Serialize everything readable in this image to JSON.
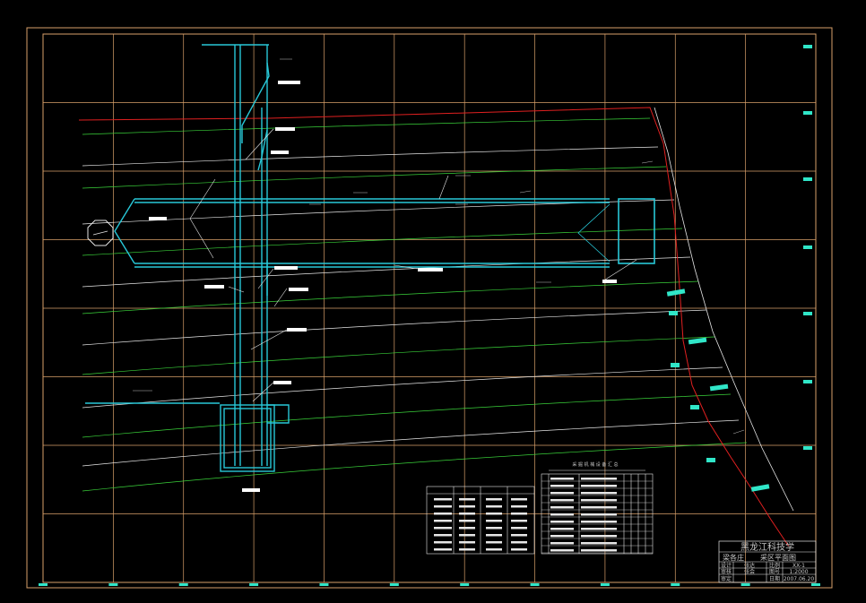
{
  "drawing": {
    "grid_columns": 11,
    "grid_rows": 8,
    "colors": {
      "background": "#000000",
      "frame": "#d8a06a",
      "grid": "#d8a06a",
      "roadway": "#28c8d8",
      "contour": "#3ad23a",
      "contour_white": "#e6e6e6",
      "boundary": "#e02020",
      "labels": "#ffffff",
      "label_cyan": "#30e6c8"
    }
  },
  "title_block": {
    "school": "黑龙江科技学",
    "drawing_name_prefix": "梁各庄",
    "drawing_name": "采区平面图",
    "scale_label": "比例",
    "scale_value": "1:2000",
    "drawing_no_label": "图号",
    "drawing_no_value": "XX-1",
    "date_label": "日期",
    "date_value": "2007.06.20",
    "designer_label": "设计",
    "checker_label": "审核",
    "designer_name": "张达",
    "check_name": "张会",
    "review_label": "审核",
    "approve_label": "审定"
  },
  "tables": {
    "equipment_title": "采 掘 机 械 设 备 汇 总"
  }
}
